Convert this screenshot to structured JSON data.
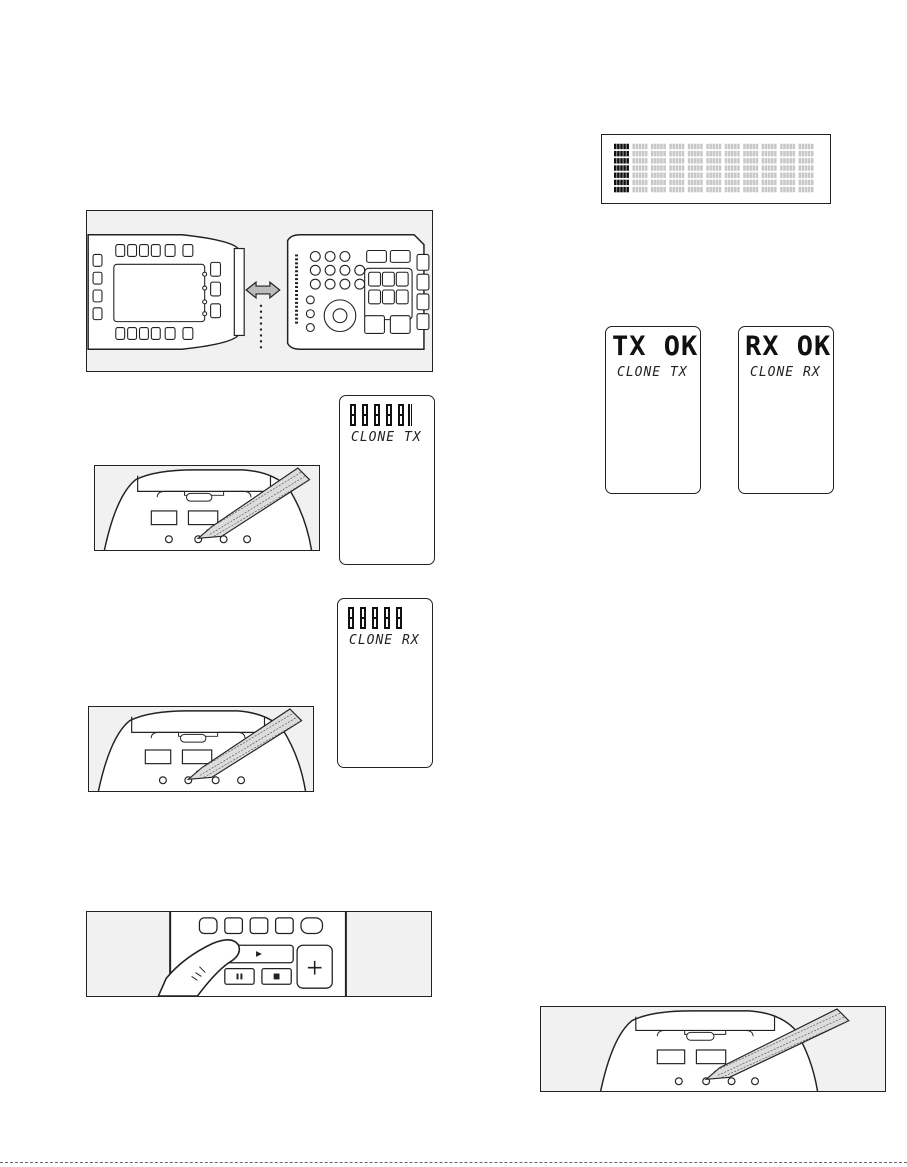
{
  "displays": {
    "clone_tx": {
      "line2": "CLONE TX"
    },
    "clone_rx": {
      "line2": "CLONE RX"
    },
    "tx_ok": {
      "line1": "TX OK",
      "line2": "CLONE TX"
    },
    "rx_ok": {
      "line1": "RX OK",
      "line2": "CLONE RX"
    }
  },
  "illustrations": {
    "remotes_link": {
      "icons": [
        "double-arrow-icon"
      ]
    },
    "stylus_tx": {
      "icons": [
        "stylus-icon"
      ]
    },
    "stylus_rx": {
      "icons": [
        "stylus-icon"
      ]
    },
    "finger_press": {
      "icons": [
        "finger-icon",
        "play-icon",
        "pause-icon",
        "stop-icon",
        "plus-icon"
      ]
    },
    "stylus_bottom": {
      "icons": [
        "stylus-icon"
      ]
    }
  },
  "colors": {
    "ink": "#111111",
    "panel": "#f1f1f1",
    "matrix_dot": "#c8c8c8",
    "matrix_on": "#111111"
  }
}
